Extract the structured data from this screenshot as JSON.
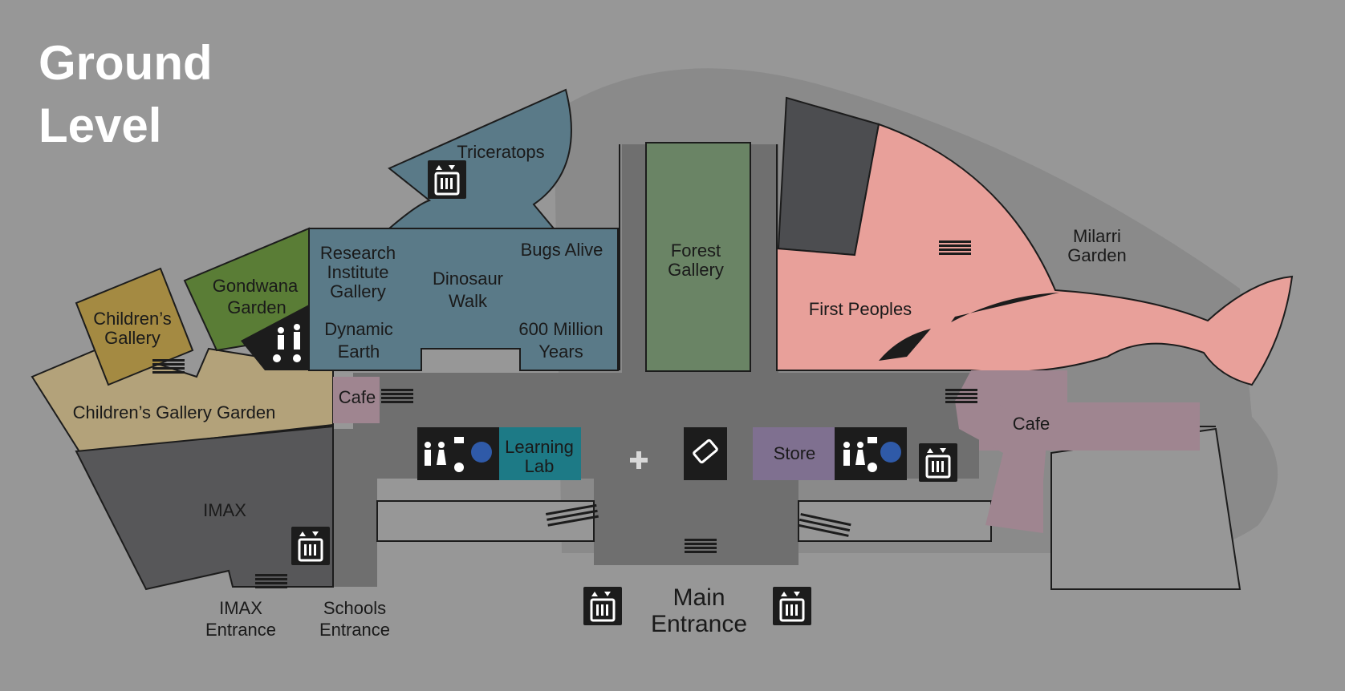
{
  "title": {
    "line1": "Ground",
    "line2": "Level"
  },
  "colors": {
    "background": "#979797",
    "building_outline": "#8a8a8a",
    "corridor": "#6f6f6f",
    "blue_gallery": "#5a7a88",
    "forest_gallery": "#6a8465",
    "gondwana_garden": "#5a7d36",
    "childrens_gallery": "#a48a42",
    "childrens_garden": "#b3a27a",
    "first_peoples": "#e8a09a",
    "cafe": "#9f8590",
    "store": "#7f7090",
    "learning_lab": "#1d7a86",
    "dark_block": "#4c4d50",
    "imax": "#575759"
  },
  "labels": {
    "triceratops": "Triceratops",
    "research_1": "Research",
    "research_2": "Institute",
    "research_3": "Gallery",
    "dinosaur_1": "Dinosaur",
    "dinosaur_2": "Walk",
    "bugs_alive": "Bugs Alive",
    "dynamic_1": "Dynamic",
    "dynamic_2": "Earth",
    "million_1": "600 Million",
    "million_2": "Years",
    "forest_1": "Forest",
    "forest_2": "Gallery",
    "first_peoples": "First Peoples",
    "milarri_1": "Milarri",
    "milarri_2": "Garden",
    "gondwana_1": "Gondwana",
    "gondwana_2": "Garden",
    "childrens_1": "Children’s",
    "childrens_2": "Gallery",
    "childrens_garden": "Children’s Gallery Garden",
    "cafe_left": "Cafe",
    "cafe_right": "Cafe",
    "learning_1": "Learning",
    "learning_2": "Lab",
    "store": "Store",
    "imax": "IMAX",
    "imax_entrance_1": "IMAX",
    "imax_entrance_2": "Entrance",
    "schools_entrance_1": "Schools",
    "schools_entrance_2": "Entrance",
    "main_entrance_1": "Main",
    "main_entrance_2": "Entrance"
  },
  "icons": {
    "lift": "lift-icon",
    "toilets": "toilets-icon",
    "baby_change": "baby-change-icon",
    "accessible": "accessible-toilet-icon",
    "family": "family-icon",
    "first_aid": "first-aid-icon",
    "tickets": "ticket-icon",
    "stairs": "stairs-icon"
  }
}
